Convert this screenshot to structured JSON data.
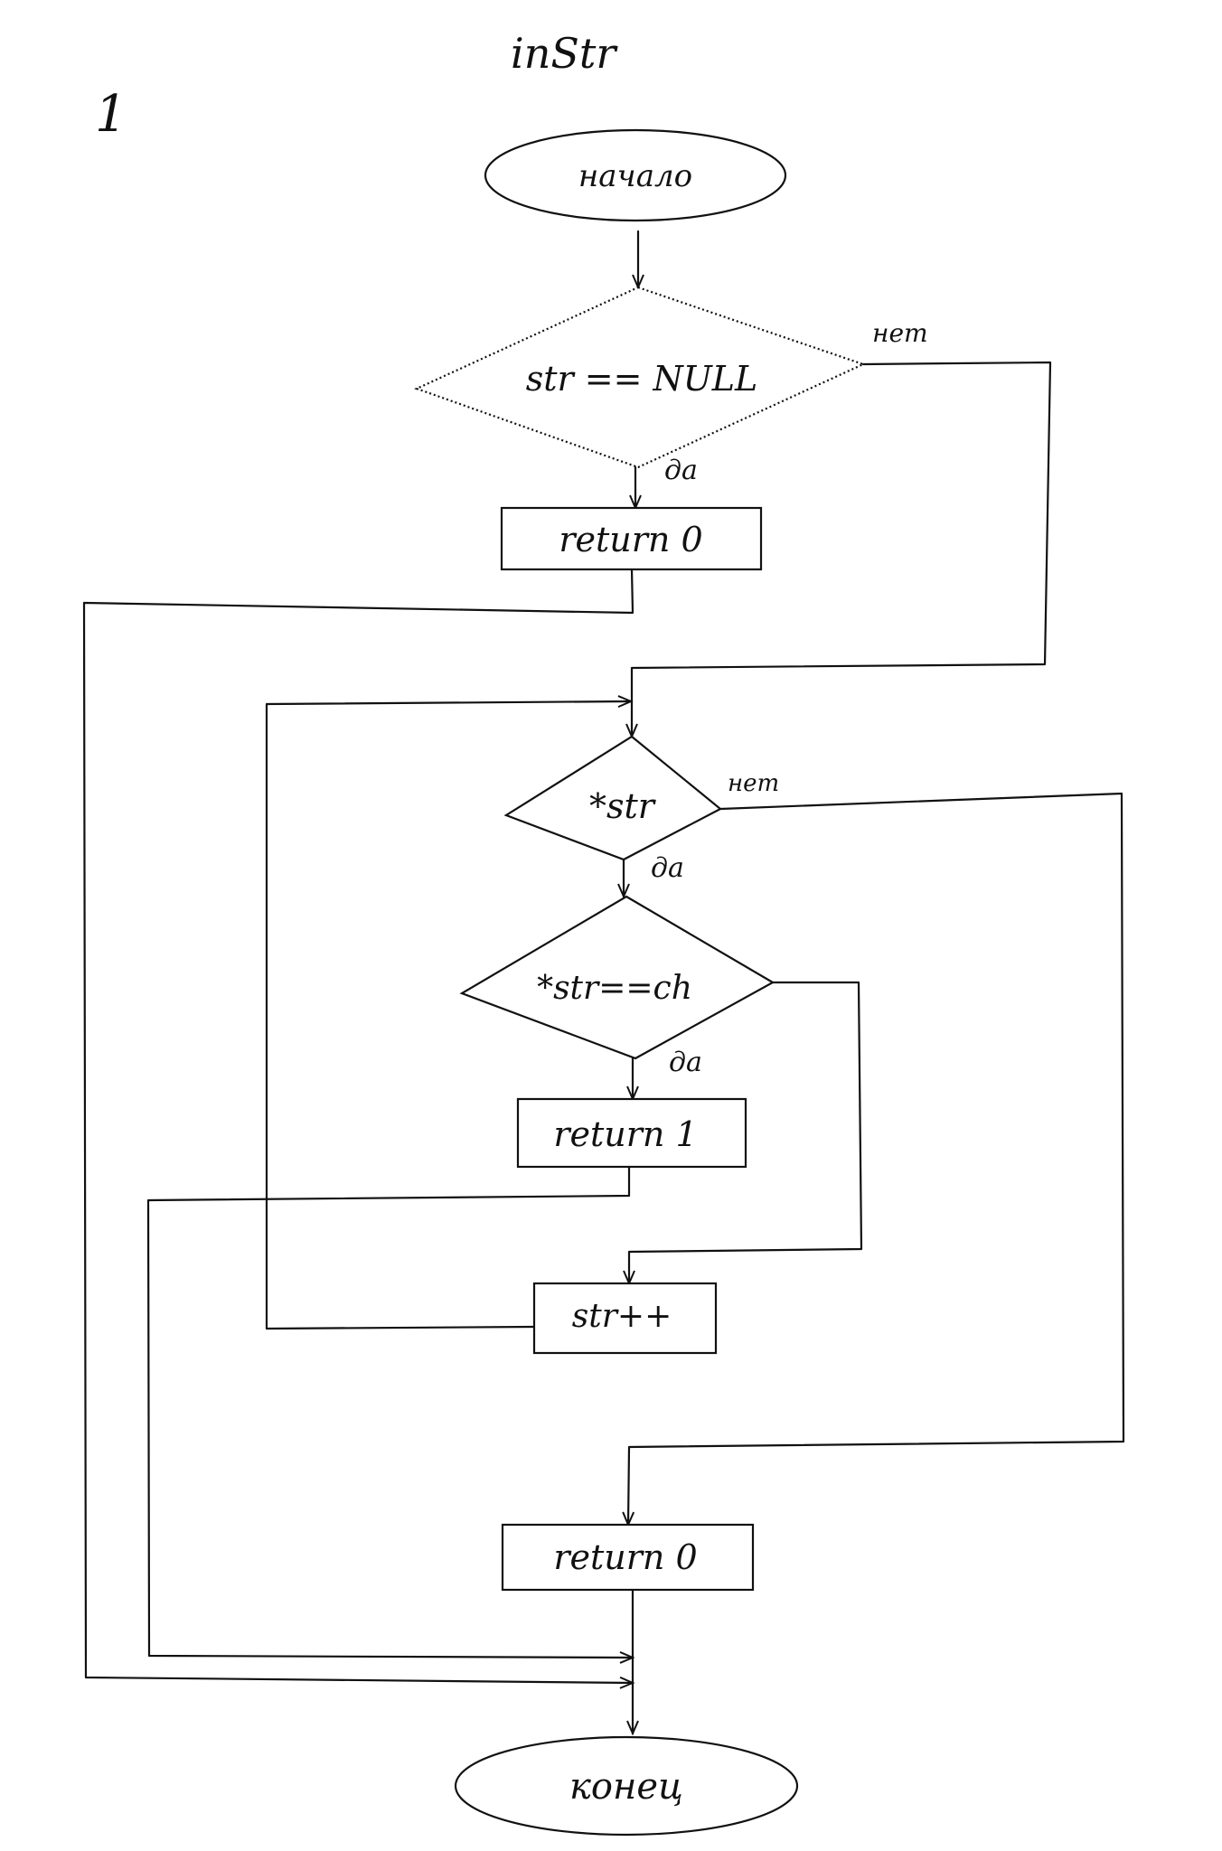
{
  "diagram": {
    "page_number": "1",
    "title": "inStr",
    "nodes": {
      "start": "начало",
      "check_null": "str == NULL",
      "return_zero_first": "return 0",
      "check_str": "*str",
      "check_char": "*str==ch",
      "return_one": "return 1",
      "increment": "str++",
      "return_zero_last": "return 0",
      "end": "конец"
    },
    "edge_labels": {
      "null_no": "нет",
      "null_yes": "да",
      "str_no": "нет",
      "str_yes": "да",
      "char_yes": "да"
    }
  }
}
